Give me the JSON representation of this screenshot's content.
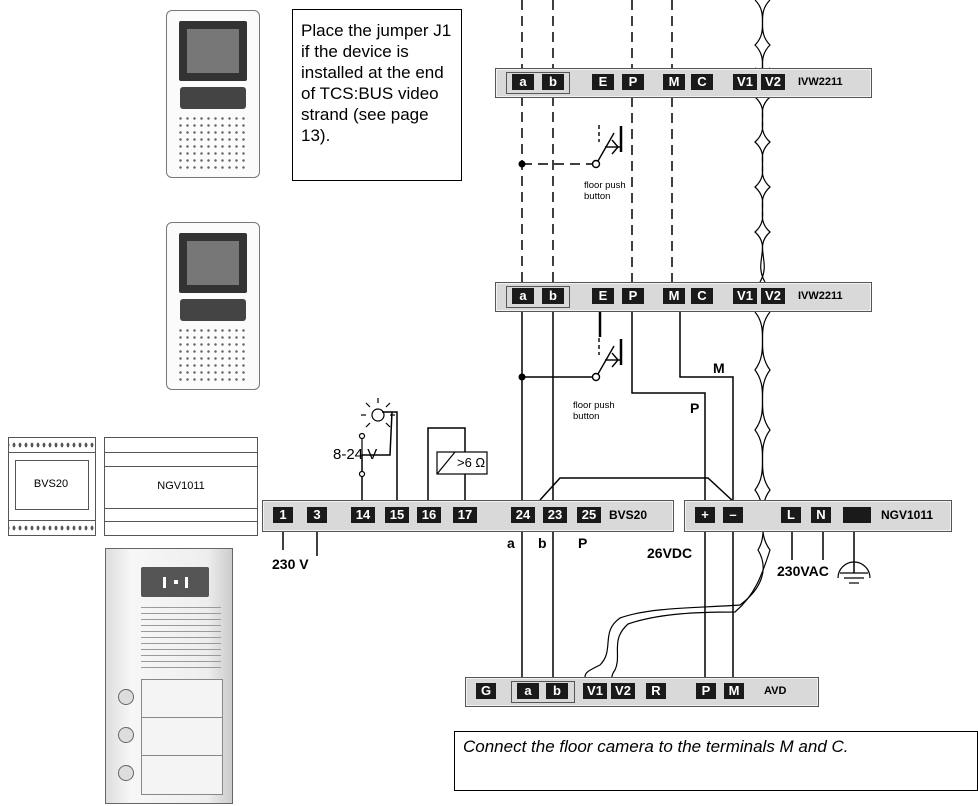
{
  "note_jumper": "Place the jumper J1 if the device is installed at the end of TCS:BUS video strand (see page 13).",
  "note_camera": "Connect the floor camera to the terminals M and C.",
  "ivw1": {
    "model": "IVW2211",
    "terminals": [
      "a",
      "b",
      "E",
      "P",
      "M",
      "C",
      "V1",
      "V2"
    ]
  },
  "ivw2": {
    "model": "IVW2211",
    "terminals": [
      "a",
      "b",
      "E",
      "P",
      "M",
      "C",
      "V1",
      "V2"
    ]
  },
  "bvs20": {
    "model": "BVS20",
    "terminals": [
      "1",
      "3",
      "14",
      "15",
      "16",
      "17",
      "24",
      "23",
      "25"
    ]
  },
  "ngv1011": {
    "model": "NGV1011",
    "terminals": [
      "+",
      "–",
      "L",
      "N",
      ""
    ]
  },
  "avd": {
    "model": "AVD",
    "terminals": [
      "G",
      "a",
      "b",
      "V1",
      "V2",
      "R",
      "P",
      "M"
    ]
  },
  "floor_button_1": "floor push button",
  "floor_button_2": "floor push button",
  "labels": {
    "v230": "230 V",
    "lamp_voltage": "8-24 V",
    "resistor": ">6 Ω",
    "bus_a": "a",
    "bus_b": "b",
    "bus_p": "P",
    "wire_m": "M",
    "wire_p": "P",
    "vdc": "26VDC",
    "vac": "230VAC"
  },
  "device_bvs20": "BVS20",
  "device_ngv": "NGV1011"
}
